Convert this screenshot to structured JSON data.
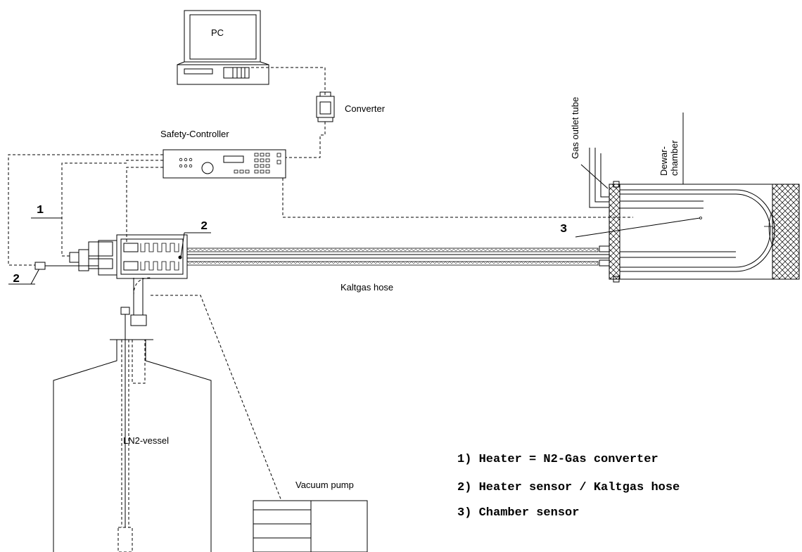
{
  "labels": {
    "pc": "PC",
    "converter": "Converter",
    "safety_controller": "Safety-Controller",
    "gas_outlet_tube": "Gas outlet tube",
    "dewar_line1": "Dewar-",
    "dewar_line2": "chamber",
    "kaltgas_hose": "Kaltgas hose",
    "ln2_vessel": "LN2-vessel",
    "vacuum_pump": "Vacuum pump"
  },
  "callouts": {
    "one": "1",
    "two_heater": "2",
    "two_left": "2",
    "three": "3"
  },
  "legend": [
    "1) Heater = N2-Gas converter",
    "2) Heater sensor / Kaltgas hose",
    "3) Chamber sensor"
  ]
}
